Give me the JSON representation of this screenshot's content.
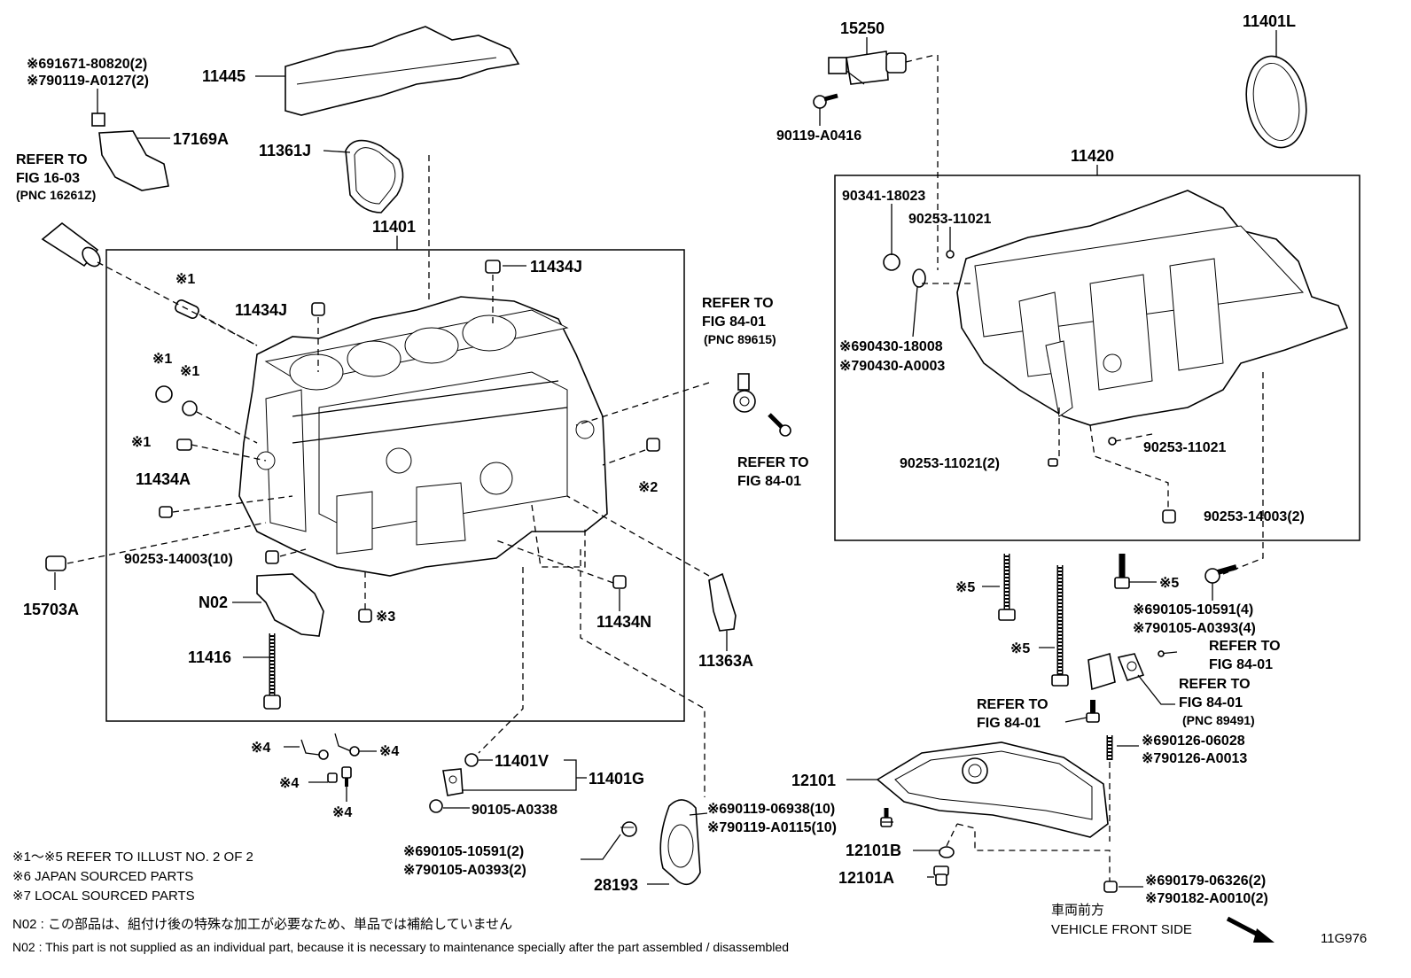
{
  "labels": {
    "l_691671": "※691671-80820(2)",
    "l_790119a": "※790119-A0127(2)",
    "l_11445": "11445",
    "l_17169a": "17169A",
    "l_refer1603": "REFER TO",
    "l_fig1603": "FIG 16-03",
    "l_pnc16261z": "(PNC 16261Z)",
    "l_11361j": "11361J",
    "l_11401": "11401",
    "l_11434j_top": "11434J",
    "l_11434j_left": "11434J",
    "l_x1_a": "※1",
    "l_x1_b": "※1",
    "l_x1_c": "※1",
    "l_x1_d": "※1",
    "l_11434a": "11434A",
    "l_x2": "※2",
    "l_90253_14003_10": "90253-14003(10)",
    "l_15703a": "15703A",
    "l_n02": "N02",
    "l_x3": "※3",
    "l_11434n": "11434N",
    "l_11416": "11416",
    "l_11363a": "11363A",
    "l_refer8401a": "REFER TO",
    "l_fig8401a": "FIG 84-01",
    "l_pnc89615": "(PNC 89615)",
    "l_refer8401b": "REFER TO",
    "l_fig8401b": "FIG 84-01",
    "l_15250": "15250",
    "l_90119_a0416": "90119-A0416",
    "l_11401l": "11401L",
    "l_11420": "11420",
    "l_90341": "90341-18023",
    "l_90253_11021": "90253-11021",
    "l_690430": "※690430-18008",
    "l_790430": "※790430-A0003",
    "l_90253_11021_b": "90253-11021",
    "l_90253_11021_2": "90253-11021(2)",
    "l_90253_14003_2": "90253-14003(2)",
    "l_x5_a": "※5",
    "l_x5_b": "※5",
    "l_x5_c": "※5",
    "l_690105_4": "※690105-10591(4)",
    "l_790105_4": "※790105-A0393(4)",
    "l_refer8401c": "REFER TO",
    "l_fig8401c": "FIG 84-01",
    "l_refer8401d": "REFER TO",
    "l_fig8401d": "FIG 84-01",
    "l_pnc89491": "(PNC 89491)",
    "l_refer8401e": "REFER TO",
    "l_fig8401e": "FIG 84-01",
    "l_690126": "※690126-06028",
    "l_790126": "※790126-A0013",
    "l_12101": "12101",
    "l_690119_10": "※690119-06938(10)",
    "l_790119_10": "※790119-A0115(10)",
    "l_12101b": "12101B",
    "l_12101a": "12101A",
    "l_690179": "※690179-06326(2)",
    "l_790182": "※790182-A0010(2)",
    "l_x4_a": "※4",
    "l_x4_b": "※4",
    "l_x4_c": "※4",
    "l_x4_d": "※4",
    "l_11401v": "11401V",
    "l_11401g": "11401G",
    "l_90105_a0338": "90105-A0338",
    "l_690105_2": "※690105-10591(2)",
    "l_790105_2": "※790105-A0393(2)",
    "l_28193": "28193"
  },
  "notes": {
    "n1": "※1～※5  REFER TO ILLUST NO. 2 OF 2",
    "n6": "※6 JAPAN SOURCED PARTS",
    "n7": "※7 LOCAL SOURCED PARTS",
    "n02_jp": "N02 : この部品は、組付け後の特殊な加工が必要なため、単品では補給していません",
    "n02_en": "N02 : This part is not supplied as an individual part, because it is necessary to maintenance specially after the part assembled / disassembled",
    "front_jp": "車両前方",
    "front_en": "VEHICLE FRONT SIDE",
    "illust_id": "11G976"
  }
}
